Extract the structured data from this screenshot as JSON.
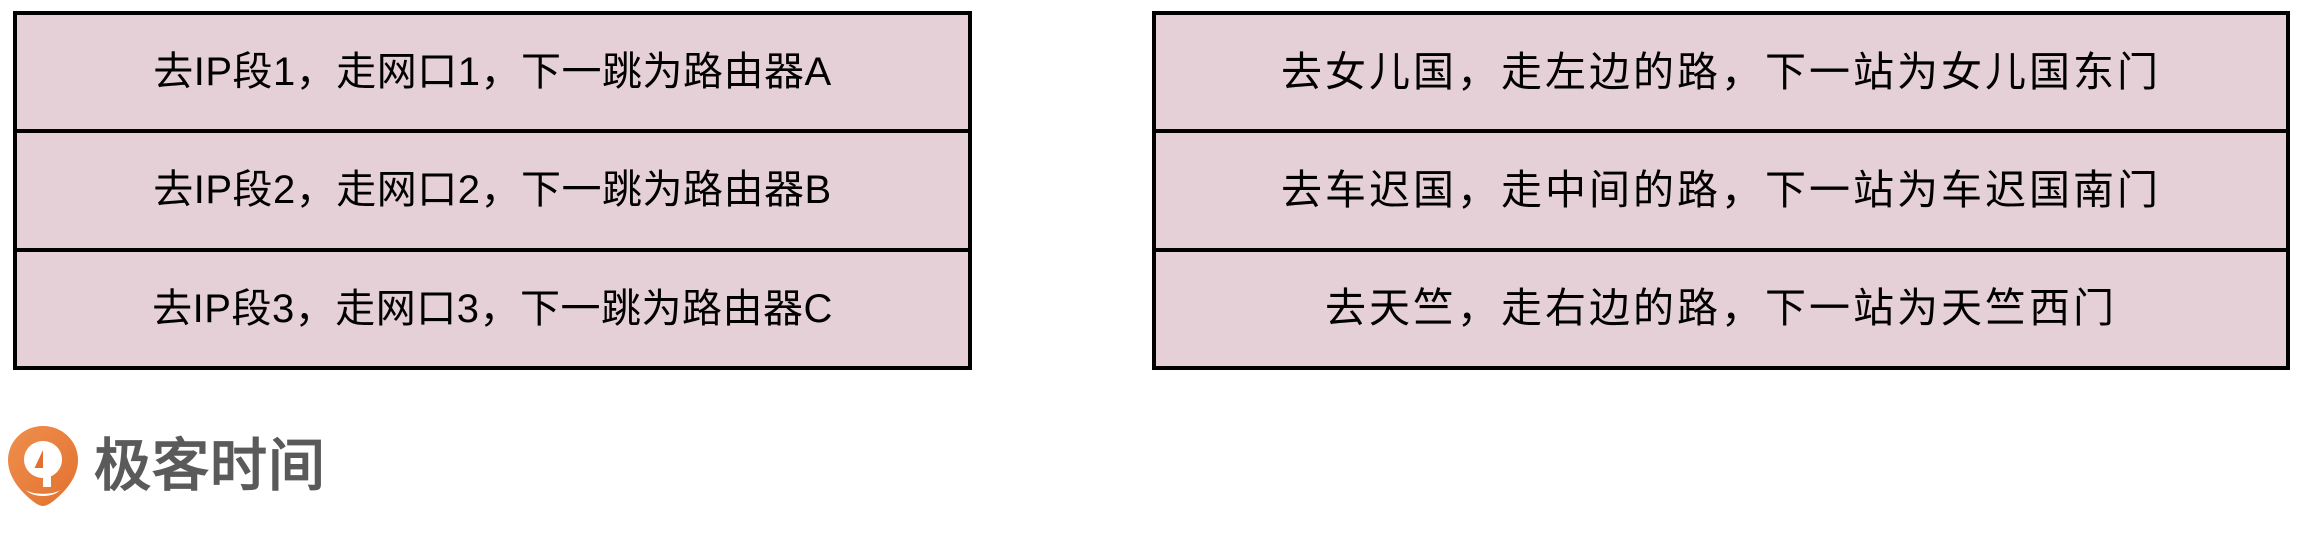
{
  "tables": [
    {
      "id": "routing-table-network",
      "rows": [
        "去IP段1，走网口1，下一跳为路由器A",
        "去IP段2，走网口2，下一跳为路由器B",
        "去IP段3，走网口3，下一跳为路由器C"
      ]
    },
    {
      "id": "routing-table-journey",
      "rows": [
        "去女儿国，走左边的路，下一站为女儿国东门",
        "去车迟国，走中间的路，下一站为车迟国南门",
        "去天竺，走右边的路，下一站为天竺西门"
      ]
    }
  ],
  "brand": {
    "name": "极客时间",
    "mark_icon": "geektime-pin-icon",
    "mark_color": "#e8793a",
    "text_color": "#5a5a5a"
  },
  "colors": {
    "cell_fill": "#e4d0d6",
    "border": "#000000",
    "background": "#ffffff"
  }
}
